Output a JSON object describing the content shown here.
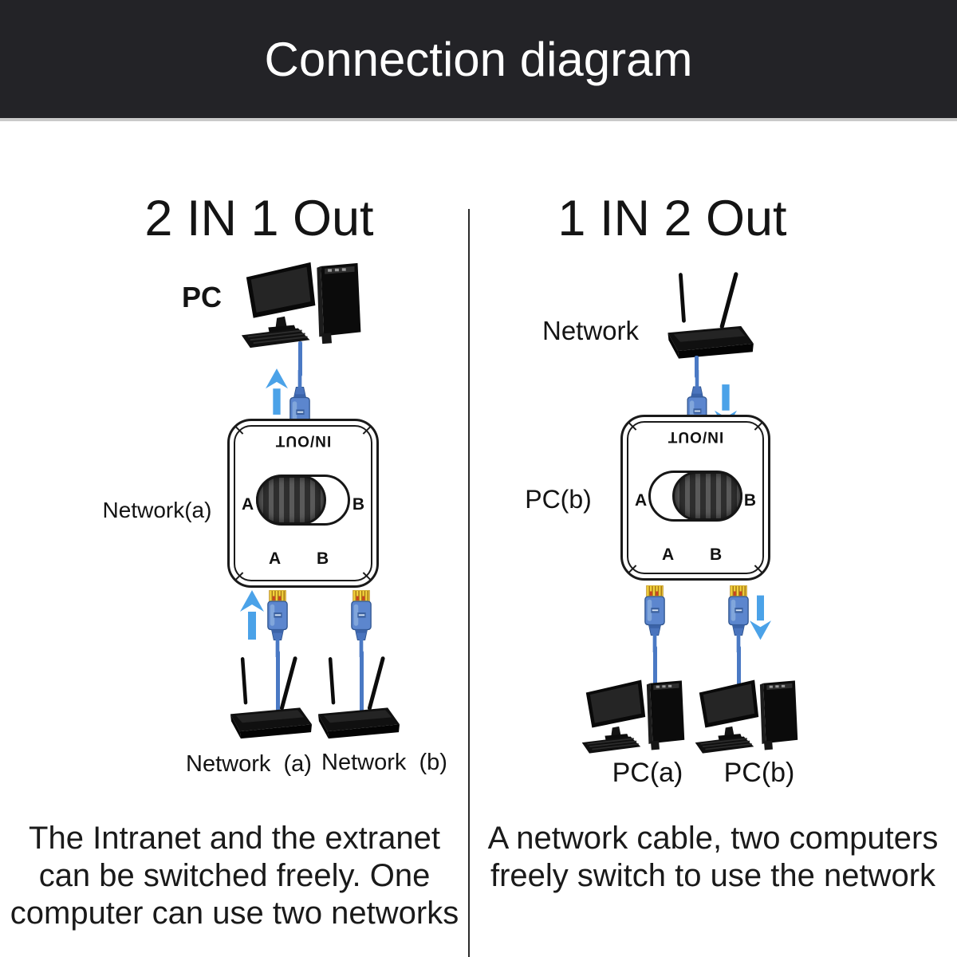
{
  "header": {
    "title": "Connection diagram"
  },
  "left": {
    "title": "2 IN 1 Out",
    "pc_label": "PC",
    "network_side_label": "Network(a)",
    "switch": {
      "inout": "IN/OUT",
      "side_a": "A",
      "side_b": "B",
      "port_a": "A",
      "port_b": "B",
      "position": "A"
    },
    "router_a_label": "Network  (a)",
    "router_b_label": "Network  (b)",
    "caption_lines": [
      "The Intranet and the extranet",
      "can be switched freely. One",
      "computer can use two networks"
    ]
  },
  "right": {
    "title": "1 IN 2 Out",
    "network_label": "Network",
    "pc_side_label": "PC(b)",
    "switch": {
      "inout": "IN/OUT",
      "side_a": "A",
      "side_b": "B",
      "port_a": "A",
      "port_b": "B",
      "position": "B"
    },
    "pc_a_label": "PC(a)",
    "pc_b_label": "PC(b)",
    "caption_lines": [
      "A network cable, two computers",
      "freely switch to use the network"
    ]
  },
  "icons": {
    "pc": "desktop-computer-icon",
    "router": "wifi-router-icon",
    "rj45": "rj45-connector-icon",
    "arrow_up": "arrow-up-icon",
    "arrow_down": "arrow-down-icon"
  },
  "colors": {
    "header_bg": "#232327",
    "header_text": "#ffffff",
    "text": "#1a1a1a",
    "divider": "#2b2b2b",
    "arrow_blue": "#4ba2e8",
    "cable_blue": "#4a79c4",
    "connector_blue": "#5c86ce",
    "connector_gold": "#f2d23c"
  }
}
